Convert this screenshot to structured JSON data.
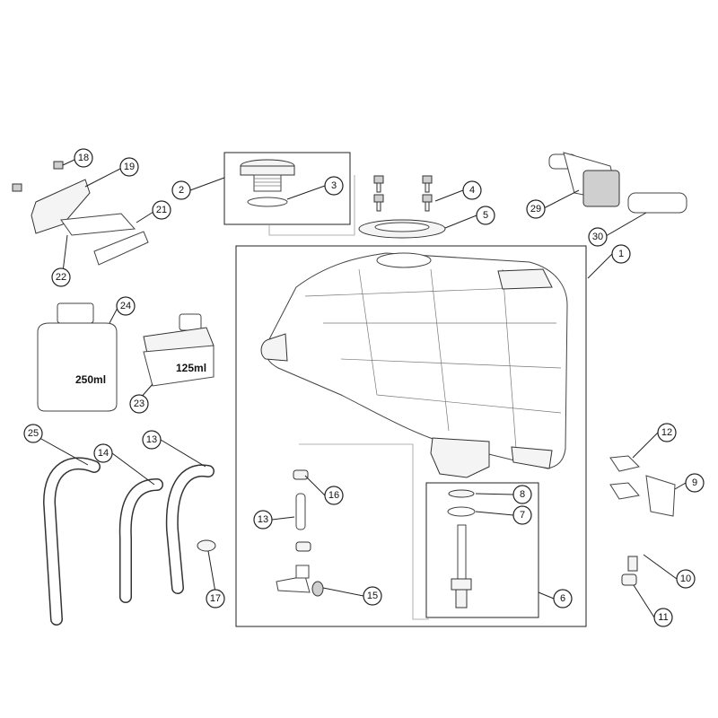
{
  "callouts": {
    "c1": "1",
    "c2": "2",
    "c3": "3",
    "c4": "4",
    "c5": "5",
    "c6": "6",
    "c7": "7",
    "c8": "8",
    "c9": "9",
    "c10": "10",
    "c11": "11",
    "c12": "12",
    "c13a": "13",
    "c13b": "13",
    "c14": "14",
    "c15": "15",
    "c16": "16",
    "c17": "17",
    "c18": "18",
    "c19": "19",
    "c21": "21",
    "c22": "22",
    "c23": "23",
    "c24": "24",
    "c25": "25",
    "c29": "29",
    "c30": "30"
  },
  "labels": {
    "bottle_250": "250ml",
    "bottle_125": "125ml"
  }
}
